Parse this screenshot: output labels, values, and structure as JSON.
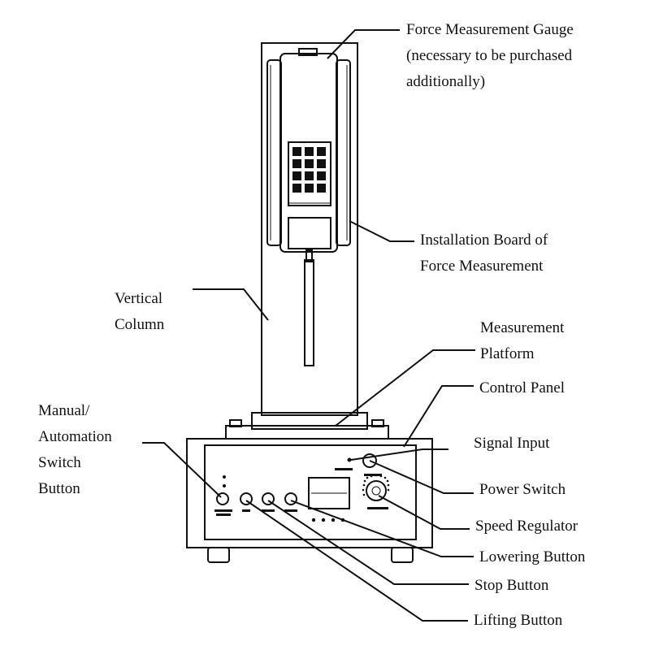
{
  "labels": {
    "gauge": [
      "Force Measurement Gauge",
      "(necessary to be purchased",
      "additionally)"
    ],
    "installation_board": [
      "Installation Board of",
      "Force Measurement"
    ],
    "vertical_column": [
      "Vertical",
      "Column"
    ],
    "measurement_platform": [
      "Measurement",
      "Platform"
    ],
    "control_panel": "Control Panel",
    "manual_switch": [
      "Manual/",
      "Automation",
      "Switch",
      "Button"
    ],
    "signal_input": "Signal Input",
    "power_switch": "Power Switch",
    "speed_regulator": "Speed Regulator",
    "lowering_button": "Lowering Button",
    "stop_button": "Stop Button",
    "lifting_button": "Lifting Button"
  },
  "colors": {
    "line": "#111111",
    "background": "#ffffff"
  }
}
